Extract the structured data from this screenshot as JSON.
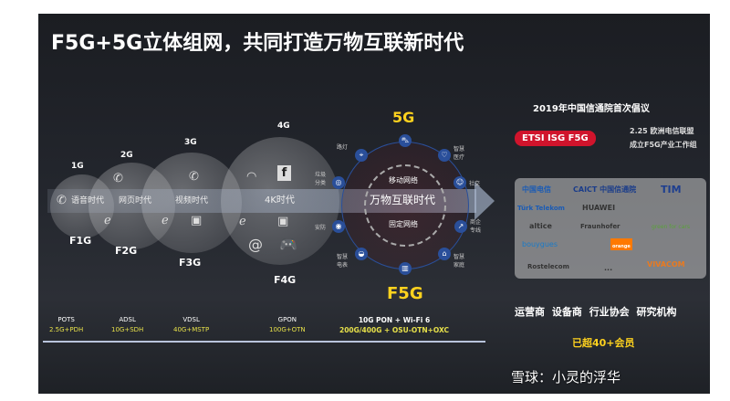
{
  "title": "F5G+5G立体组网，共同打造万物互联新时代",
  "generations": [
    {
      "mobile": "1G",
      "fixed": "F1G",
      "era": "语音时代"
    },
    {
      "mobile": "2G",
      "fixed": "F2G",
      "era": "网页时代"
    },
    {
      "mobile": "3G",
      "fixed": "F3G",
      "era": "视频时代"
    },
    {
      "mobile": "4G",
      "fixed": "F4G",
      "era": "4K时代"
    }
  ],
  "center": {
    "top": "5G",
    "bottom": "F5G",
    "main": "万物互联时代",
    "mobile": "移动网络",
    "fixed": "固定网络",
    "nodes": [
      "路灯",
      "智慧医疗",
      "社交",
      "垃圾分类",
      "商企专线",
      "安防",
      "智慧电表",
      "智慧家庭"
    ]
  },
  "timeline": [
    {
      "top": "POTS",
      "bottom": "2.5G+PDH"
    },
    {
      "top": "ADSL",
      "bottom": "10G+SDH"
    },
    {
      "top": "VDSL",
      "bottom": "40G+MSTP"
    },
    {
      "top": "GPON",
      "bottom": "100G+OTN"
    },
    {
      "top": "10G PON + Wi-Fi 6",
      "bottom": "200G/400G + OSU-OTN+OXC"
    }
  ],
  "right": {
    "heading": "2019年中国信通院首次倡议",
    "badge": "ETSI ISG F5G",
    "note1": "2.25 欧洲电信联盟",
    "note2": "成立F5G产业工作组",
    "logos": [
      "中国电信",
      "CAICT 中国信通院",
      "TIM",
      "Türk Telekom",
      "HUAWEI",
      "altice",
      "Fraunhofer",
      "green for cars",
      "bouygues",
      "orange",
      "Rostelecom",
      "VIVACOM",
      "..."
    ],
    "categories": [
      "运营商",
      "设备商",
      "行业协会",
      "研究机构"
    ],
    "members": "已超40+会员"
  },
  "watermark": "雪球：小灵的浮华",
  "colors": {
    "accent": "#ffd21e",
    "badge": "#d0142c"
  }
}
